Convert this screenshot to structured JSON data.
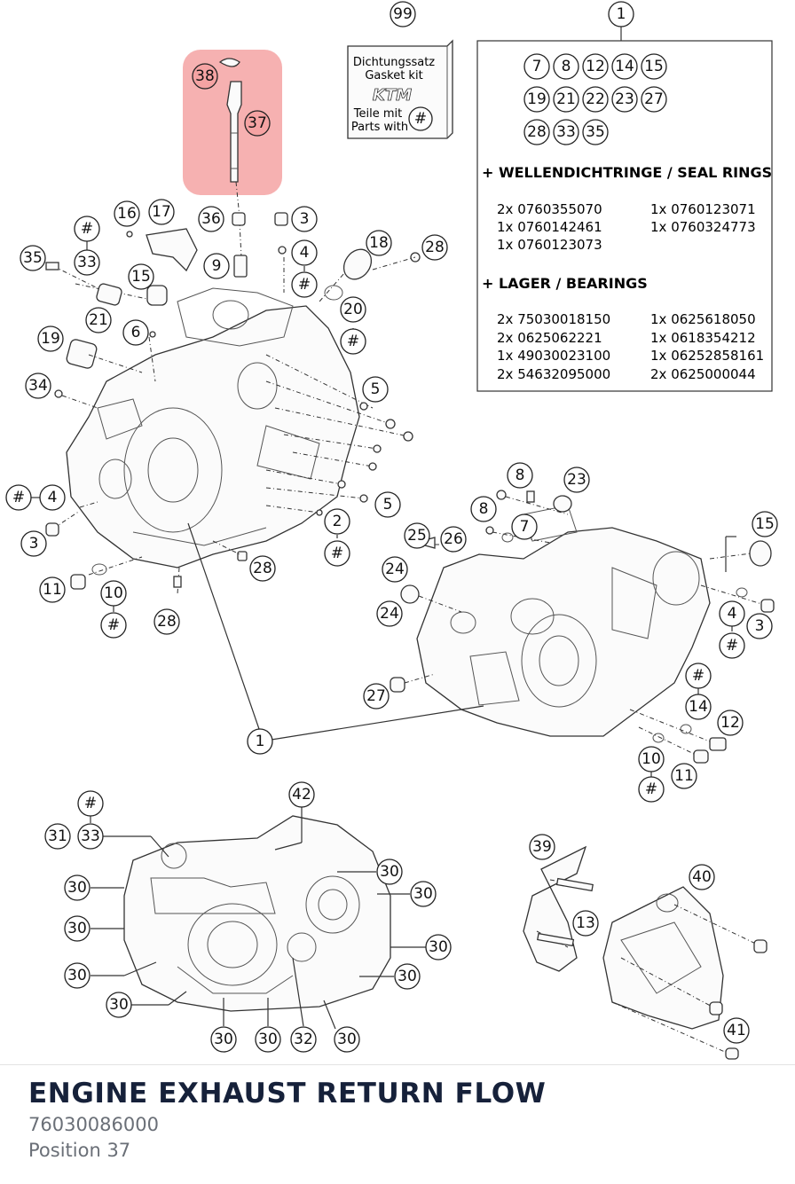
{
  "diagram": {
    "highlight_color": "#f5a3a3",
    "callouts": {
      "c99": "99",
      "c1_top": "1",
      "c38": "38",
      "c37": "37",
      "c16": "16",
      "c17": "17",
      "c36": "36",
      "c3_a": "3",
      "c9": "9",
      "c4_a": "4",
      "c18": "18",
      "c28_a": "28",
      "c35": "35",
      "c33_a": "33",
      "c15_a": "15",
      "c21": "21",
      "c6": "6",
      "c20": "20",
      "c19": "19",
      "c34": "34",
      "c5_a": "5",
      "c5_b": "5",
      "c4_b": "4",
      "c3_b": "3",
      "c2": "2",
      "c28_b": "28",
      "c11_a": "11",
      "c10_a": "10",
      "c28_c": "28",
      "c8_a": "8",
      "c23": "23",
      "c8_b": "8",
      "c7": "7",
      "c25": "25",
      "c26": "26",
      "c24_a": "24",
      "c24_b": "24",
      "c15_b": "15",
      "c4_c": "4",
      "c3_c": "3",
      "c27": "27",
      "c14": "14",
      "c12": "12",
      "c10_b": "10",
      "c11_b": "11",
      "c1_bottom": "1",
      "c42": "42",
      "c31": "31",
      "c33_b": "33",
      "c30_1": "30",
      "c30_2": "30",
      "c30_3": "30",
      "c30_4": "30",
      "c30_5": "30",
      "c30_6": "30",
      "c30_7": "30",
      "c30_8": "30",
      "c30_9": "30",
      "c30_10": "30",
      "c30_11": "30",
      "c32": "32",
      "c39": "39",
      "c40": "40",
      "c13": "13",
      "c41": "41"
    },
    "hash_symbol": "#",
    "gasket_kit": {
      "line1": "Dichtungssatz",
      "line2": "Gasket kit",
      "logo": "KTM",
      "line3": "Teile mit",
      "line4": "Parts with"
    },
    "table": {
      "kit_parts_row1": [
        "7",
        "8",
        "12",
        "14",
        "15"
      ],
      "kit_parts_row2": [
        "19",
        "21",
        "22",
        "23",
        "27"
      ],
      "kit_parts_row3": [
        "28",
        "33",
        "35"
      ],
      "seal_heading": "+ WELLENDICHTRINGE / SEAL RINGS",
      "seal_left": [
        "2x 0760355070",
        "1x 0760142461",
        "1x 0760123073"
      ],
      "seal_right": [
        "1x 0760123071",
        "1x 0760324773"
      ],
      "bearing_heading": "+ LAGER  / BEARINGS",
      "bearing_left": [
        "2x 75030018150",
        "2x 0625062221",
        "1x 49030023100",
        "2x 54632095000"
      ],
      "bearing_right": [
        "1x 0625618050",
        "1x 0618354212",
        "1x 06252858161",
        "2x 0625000044"
      ]
    }
  },
  "footer": {
    "title": "ENGINE EXHAUST RETURN FLOW",
    "part_number": "76030086000",
    "position": "Position 37"
  }
}
